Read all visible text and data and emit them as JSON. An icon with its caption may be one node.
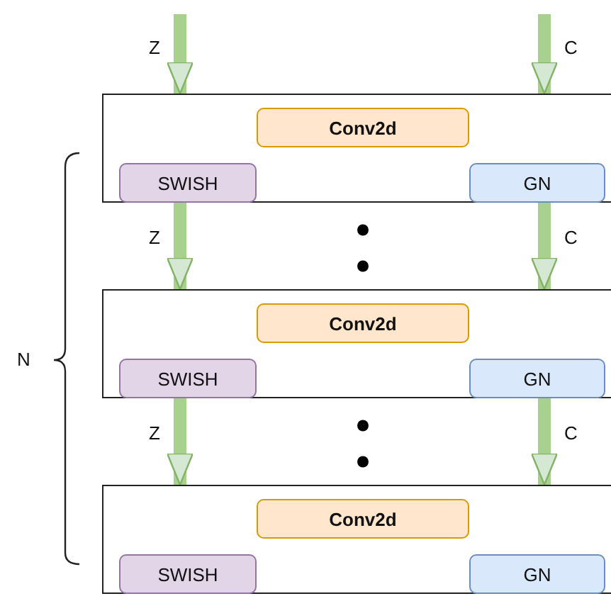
{
  "diagram": {
    "nodes": [
      {
        "text": [],
        "shape": "box"
      },
      {
        "text": [
          "Conv2d"
        ],
        "in": 0
      },
      {
        "text": [
          "SWISH"
        ],
        "in": 0
      },
      {
        "text": [
          "GN"
        ],
        "in": 0
      },
      {
        "text": [],
        "shape": "box"
      },
      {
        "text": [
          "Conv2d"
        ],
        "in": 4
      },
      {
        "text": [
          "SWISH"
        ],
        "in": 4
      },
      {
        "text": [
          "GN"
        ],
        "in": 4
      },
      {
        "text": [],
        "shape": "box"
      },
      {
        "text": [
          "Conv2d"
        ],
        "in": 8
      },
      {
        "text": [
          "SWISH"
        ],
        "in": 8
      },
      {
        "text": [
          "GN"
        ],
        "in": 8
      }
    ],
    "edges": [
      {
        "from": null,
        "to": 0,
        "arrow": "to",
        "label": "Z"
      },
      {
        "from": null,
        "to": 0,
        "arrow": "to",
        "label": "C"
      },
      {
        "from": 0,
        "to": 4,
        "arrow": "to",
        "label": "Z"
      },
      {
        "from": 0,
        "to": 4,
        "arrow": "to",
        "label": "C"
      },
      {
        "from": 4,
        "to": 8,
        "arrow": "to",
        "label": "Z"
      },
      {
        "from": 4,
        "to": 8,
        "arrow": "to",
        "label": "C"
      }
    ],
    "labels": [
      "N"
    ]
  }
}
